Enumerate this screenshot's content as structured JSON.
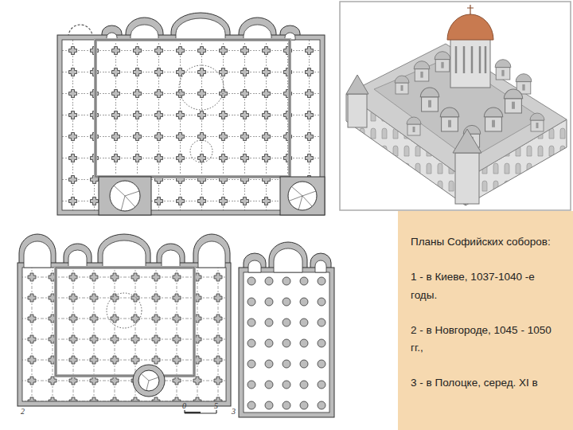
{
  "diagram": {
    "nodes": [
      {
        "text": [
          "Планы Софийских соборов:",
          "1 - в Киеве, 1037-1040 -е годы.",
          "2 - в Новгороде, 1045 - 1050 гг.,",
          "3 - в Полоцке, серед. XI в"
        ]
      }
    ],
    "edges": [],
    "labels": [
      "2",
      "0",
      "5",
      "3"
    ]
  }
}
